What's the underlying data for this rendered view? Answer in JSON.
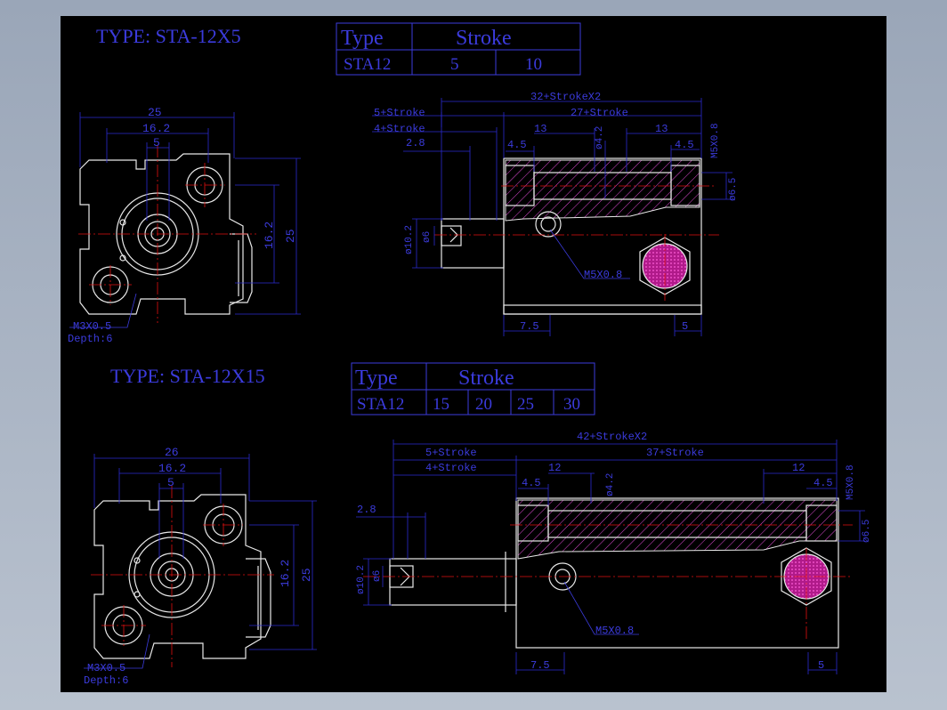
{
  "top": {
    "title": "TYPE: STA-12X5",
    "table": {
      "type_label": "Type",
      "stroke_label": "Stroke",
      "model": "STA12",
      "strokes": [
        "5",
        "10"
      ]
    },
    "front": {
      "w_outer": "25",
      "w_mid": "16.2",
      "w_inner": "5",
      "h_mid": "16.2",
      "h_outer": "25",
      "tap": "M3X0.5",
      "depth": "Depth:6"
    },
    "side": {
      "overall": "32+StrokeX2",
      "d1": "5+Stroke",
      "d2": "27+Stroke",
      "d3": "4+Stroke",
      "d4": "2.8",
      "d5": "4.5",
      "d6": "13",
      "d7": "13",
      "d8": "4.5",
      "d9": "ø4.2",
      "d10": "M5X0.8",
      "d11": "ø6.5",
      "d12": "ø10.2",
      "d13": "ø6",
      "port": "M5X0.8",
      "b1": "7.5",
      "b2": "5"
    }
  },
  "bottom": {
    "title": "TYPE: STA-12X15",
    "table": {
      "type_label": "Type",
      "stroke_label": "Stroke",
      "model": "STA12",
      "strokes": [
        "15",
        "20",
        "25",
        "30"
      ]
    },
    "front": {
      "w_outer": "26",
      "w_mid": "16.2",
      "w_inner": "5",
      "h_mid": "16.2",
      "h_outer": "25",
      "tap": "M3X0.5",
      "depth": "Depth:6"
    },
    "side": {
      "overall": "42+StrokeX2",
      "d1": "5+Stroke",
      "d2": "37+Stroke",
      "d3": "4+Stroke",
      "d4": "2.8",
      "d5": "4.5",
      "d6": "12",
      "d7": "12",
      "d8": "4.5",
      "d9": "ø4.2",
      "d10": "M5X0.8",
      "d11": "ø6.5",
      "d12": "ø10.2",
      "d13": "ø6",
      "port": "M5X0.8",
      "b1": "7.5",
      "b2": "5"
    }
  }
}
